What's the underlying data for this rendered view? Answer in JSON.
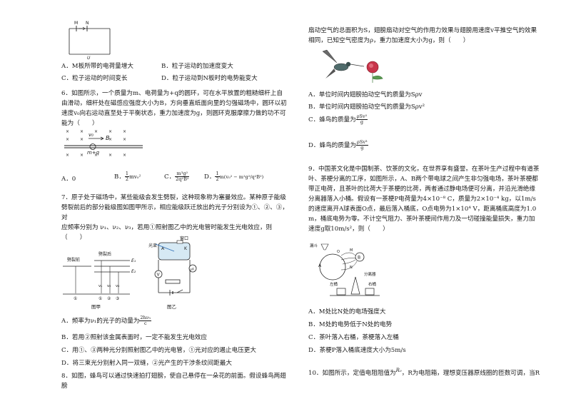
{
  "left": {
    "fig_top": {
      "m": "M",
      "n": "N",
      "u": "U"
    },
    "q5_options": {
      "a": "A．M板所带的电荷量增大",
      "b": "B．粒子运动的加速度变大",
      "c": "C．粒子运动的时间变长",
      "d": "D．粒子运动到N板时的电势能变大"
    },
    "q6": {
      "stem": "6．如图所示，一个质量为m、电荷量为+q的圆环，可在水平放置的粗糙细杆上自由滑动，细杆处在磁感应强度大小为B，方向垂直纸面向里的匀强磁场中，圆环以初速度v₀向右运动直至处于平衡状态，重力加速度为g，则圆环克服摩擦力做的功不可能为（　　）",
      "fig": {
        "v0": "v₀",
        "b": "B",
        "mq": "m+q",
        "cross": "×"
      },
      "opt_a": "A．0",
      "opt_b_prefix": "B．",
      "opt_b_num": "1",
      "opt_b_den": "2",
      "opt_b_rest": "mv₀²",
      "opt_c_prefix": "C．",
      "opt_c_num": "m³g²",
      "opt_c_den": "2q²B²",
      "opt_d_prefix": "D．",
      "opt_d_num": "1",
      "opt_d_den": "2",
      "opt_d_rest": "m(v₀² − m²g²/q²B²)"
    },
    "q7": {
      "stem1": "7．原子处于磁场中，某些能级会发生劈裂，这种现象称为塞曼效应。某种原子能级劈裂前后的部分能级图如图甲所示，相应能级跃迁放出的光子分别设为①、②、③，对",
      "stem2": "应频率分别为 ν₁、ν₂、ν₃，若用①照射图乙中的光电管时能发生光电效应，则（　　）",
      "fig_a": {
        "before": "劈裂前",
        "after": "劈裂后",
        "e1": "E₁",
        "e2": "E₂",
        "v1": "ν₁",
        "v2": "ν₂",
        "v3": "ν₃",
        "c1": "①",
        "c2": "②",
        "c3": "③",
        "caption": "图甲"
      },
      "fig_b": {
        "window": "窗口",
        "light": "光束",
        "a": "A",
        "k": "K",
        "v": "V",
        "ua": "μA",
        "caption": "图乙"
      },
      "opt_a_prefix": "A．频率为ν₁的光子的动量为",
      "opt_a_num": "2hν₁",
      "opt_a_den": "c",
      "opt_b": "B．若用②照射该金属表面时，一定不能发生光电效应",
      "opt_c": "C．用①、③两种光分别照射图乙中的光电管，①光对应的遏止电压更大",
      "opt_d": "D．将三束光分别射入同一双缝，②光产生的干涉条纹间距最大"
    },
    "q8": {
      "stem": "8．如图，蜂鸟可以通过快速拍打翅膀，使自己悬停在一朵花的前面。假设蜂鸟两翅膀"
    }
  },
  "right": {
    "q8_cont": "扇动空气的总面积为S，翅膀扇动对空气的作用力效果与翅膀用速度v平推空气的效果相同，已知空气密度为ρ，重力加速度大小为g，则（　　）",
    "q8_opt_a": "A．单位时间内翅膀拍动空气的质量为Sρv",
    "q8_opt_b": "B．单位时间内翅膀拍动空气的质量为Sρv²",
    "q8_opt_c_prefix": "C．蜂鸟的质量为",
    "q8_opt_c_num": "ρSv²",
    "q8_opt_c_den": "g",
    "q8_opt_d_prefix": "D．蜂鸟的质量为",
    "q8_opt_d_num": "ρSv³",
    "q8_opt_d_den": "g",
    "q9": {
      "stem": "9．中国茶文化是中国制茶、饮茶的文化，在世界享有盛誉。在茶叶生产过程中有道茶叶、茶梗分离的工序，如图所示，A、B两个带电球之间产生非匀强电场，茶叶茶梗都带正电荷，且茶叶的比荷大于茶梗的比荷，两者通过静电场便可分离，并沿光滑绝缘分离器落入小桶。假设有一茶梗P电荷量为4×10⁻⁸ C，质量为2×10⁻⁴ kg，以1m/s的速度离开A球表面O点，最后落入桶底，O点电势为1×10⁴ V，距离桶底高度为1.0 m，桶底电势为零。不计空气阻力、茶叶茶梗间作用力及一切碰撞能量损失，重力加速度g取10m/s²，则（　　）",
      "fig": {
        "hopper": "漏斗",
        "a": "A",
        "b": "B",
        "m": "M",
        "n": "N",
        "o": "O",
        "separator": "分离器",
        "left_bucket": "左桶",
        "right_bucket": "右桶"
      },
      "opt_a": "A．M处比N处的电场强度大",
      "opt_b": "B．M处的电势低于N处的电势",
      "opt_c": "C．茶叶落入右桶，茶梗落入左桶",
      "opt_d": "D．茶梗P落入桶底速度大小为5m/s"
    },
    "q10": {
      "stem_prefix": "10．如图所示，定值电阻阻值为",
      "r0": "R₀",
      "stem_suffix": "，R为电阻箱，理想变压器原线圈的匝数可调，当R"
    }
  }
}
